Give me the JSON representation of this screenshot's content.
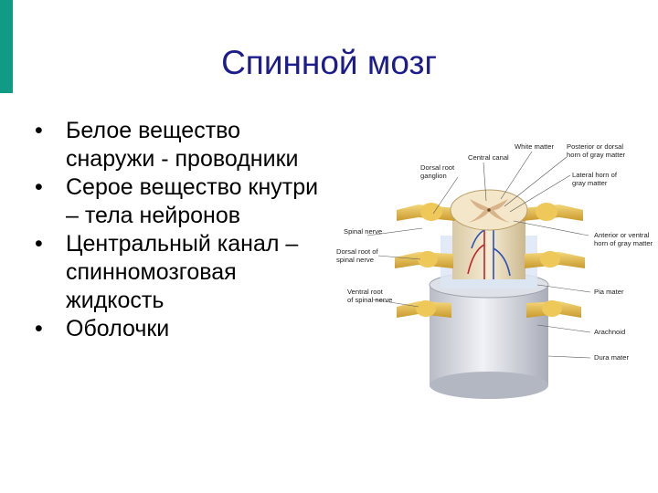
{
  "colors": {
    "accent": "#0f9b84",
    "title": "#1c1c8c"
  },
  "slide": {
    "title": "Спинной мозг"
  },
  "bullets": [
    {
      "text": "Белое вещество снаружи - проводники"
    },
    {
      "text": "Серое вещество кнутри – тела нейронов"
    },
    {
      "text": "Центральный канал – спинномозговая жидкость"
    },
    {
      "text": "Оболочки"
    }
  ],
  "bullet_glyph": "•",
  "figure": {
    "labels": {
      "dorsal_root_ganglion_1": "Dorsal root",
      "dorsal_root_ganglion_2": "ganglion",
      "central_canal": "Central canal",
      "white_matter": "White matter",
      "posterior_horn_1": "Posterior or dorsal",
      "posterior_horn_2": "horn of gray matter",
      "lateral_horn_1": "Lateral horn of",
      "lateral_horn_2": "gray matter",
      "spinal_nerve": "Spinal nerve",
      "dorsal_root_1": "Dorsal root of",
      "dorsal_root_2": "spinal nerve",
      "anterior_horn_1": "Anterior or ventral",
      "anterior_horn_2": "horn of gray matter",
      "ventral_root_1": "Ventral root",
      "ventral_root_2": "of spinal nerve",
      "pia_mater": "Pia mater",
      "arachnoid": "Arachnoid",
      "dura_mater": "Dura mater"
    }
  }
}
